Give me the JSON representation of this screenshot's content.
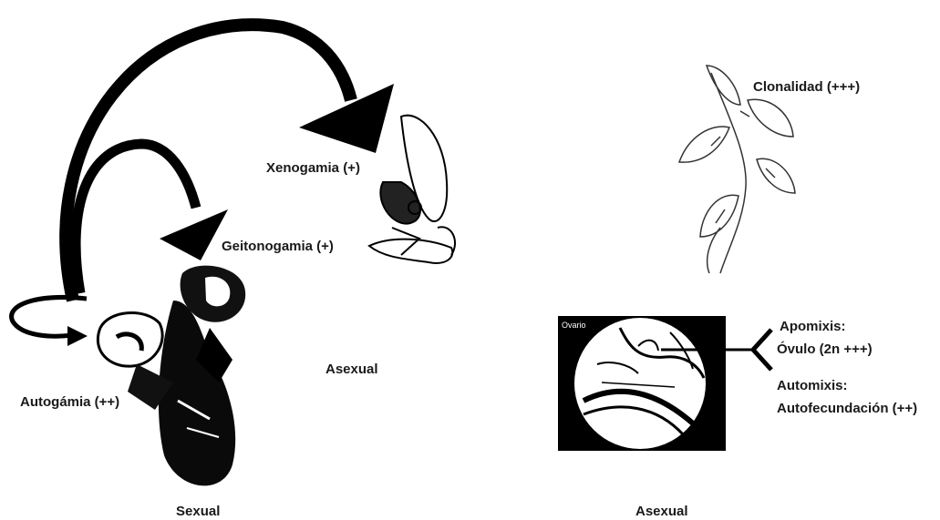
{
  "labels": {
    "xenogamia": "Xenogamia (+)",
    "geitonogamia": "Geitonogamia (+)",
    "autogamia": "Autogámia (++)",
    "asexual_middle": "Asexual",
    "sexual": "Sexual",
    "clonalidad": "Clonalidad (+++)",
    "apomixis_line1": "Apomixis:",
    "apomixis_line2": "Óvulo (2n +++)",
    "automixis_line1": "Automixis:",
    "automixis_line2": "Autofecundación (++)",
    "asexual_bottom": "Asexual",
    "ovario": "Ovario"
  }
}
